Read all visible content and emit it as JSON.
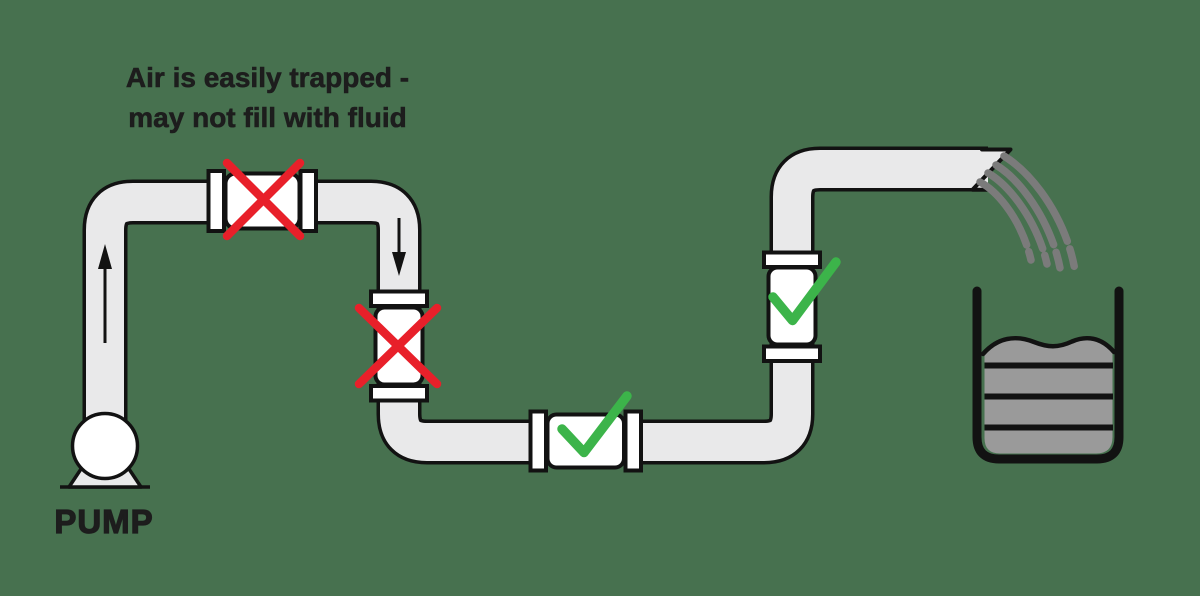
{
  "annotation": {
    "line1": "Air is easily trapped -",
    "line2": "may not fill with fluid"
  },
  "pump": {
    "label": "PUMP"
  },
  "meters": [
    {
      "id": "meter-1",
      "orientation": "horizontal",
      "run": "top-horizontal-run-at-high-point",
      "mark": "cross",
      "status": "incorrect"
    },
    {
      "id": "meter-2",
      "orientation": "vertical",
      "run": "downward-flow-run",
      "mark": "cross",
      "status": "incorrect"
    },
    {
      "id": "meter-3",
      "orientation": "horizontal",
      "run": "bottom-horizontal-run",
      "mark": "check",
      "status": "correct"
    },
    {
      "id": "meter-4",
      "orientation": "vertical",
      "run": "upward-flow-run",
      "mark": "check",
      "status": "correct"
    }
  ],
  "flow_arrows": [
    {
      "direction": "up",
      "location": "pump-discharge-riser"
    },
    {
      "direction": "down",
      "location": "after-top-run"
    }
  ],
  "outlet": {
    "type": "open-discharge-spout",
    "streams": 4
  },
  "tank": {
    "contents": "fluid",
    "bands": 3
  },
  "colors": {
    "background": "#47714f",
    "outline": "#121212",
    "pipe_fill": "#e9e9ea",
    "meter_fill": "#ffffff",
    "error_red": "#e8202a",
    "ok_green": "#3cb44a",
    "fluid_gray": "#9a9a9a",
    "stream_gray": "#7b7b7b",
    "text_color": "#1d1d1d"
  }
}
